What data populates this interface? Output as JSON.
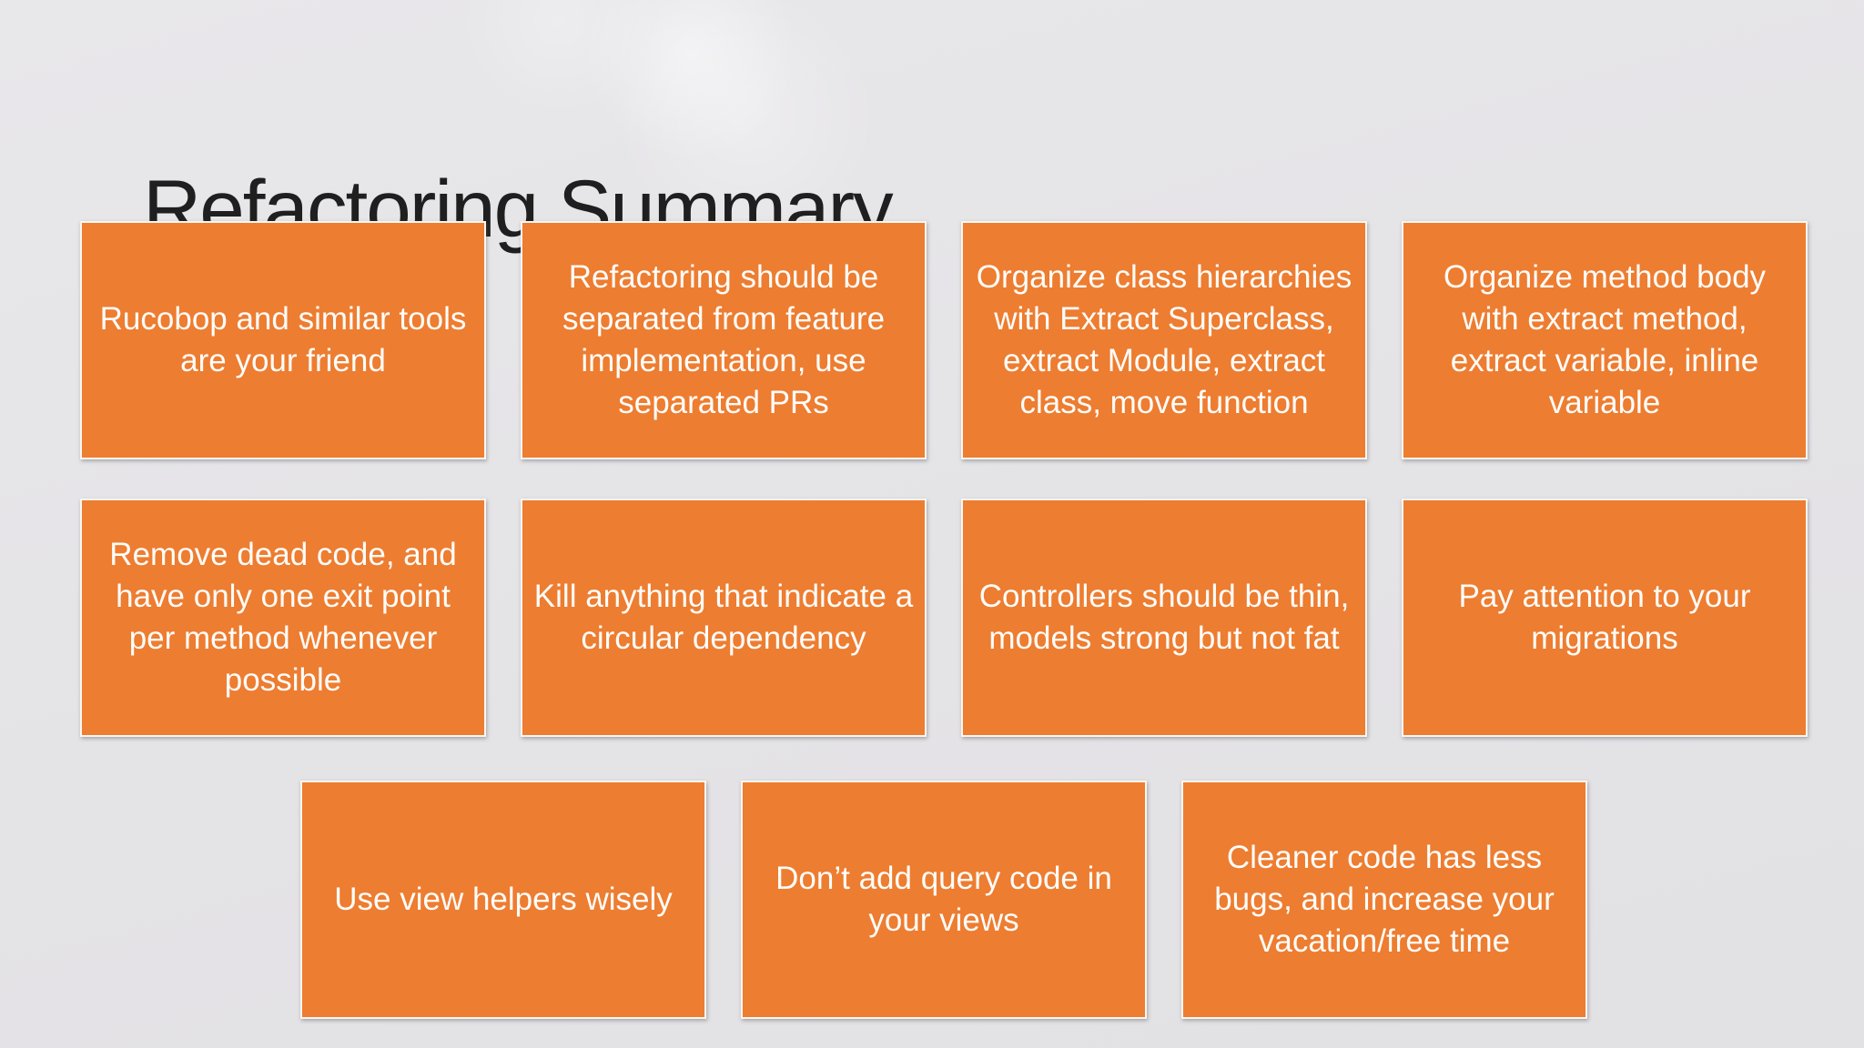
{
  "slide": {
    "title": "Refactoring Summary",
    "colors": {
      "box_fill": "#ED7D31",
      "box_border": "#FAF6F0",
      "box_text": "#FFFDFA",
      "title_text": "#1F1F1F",
      "background_top": "#E8E7EA",
      "background_bottom": "#E2E1E4"
    },
    "rows": [
      {
        "boxes": [
          {
            "text": "Rucobop and similar tools are your friend"
          },
          {
            "text": "Refactoring should be separated from feature implementation, use separated PRs"
          },
          {
            "text": "Organize class hierarchies with Extract Superclass, extract Module, extract class, move function"
          },
          {
            "text": "Organize method body with extract method, extract variable, inline variable"
          }
        ]
      },
      {
        "boxes": [
          {
            "text": "Remove dead code, and have only one exit point per method whenever possible"
          },
          {
            "text": "Kill anything that indicate a circular dependency"
          },
          {
            "text": "Controllers should be thin, models strong but not fat"
          },
          {
            "text": "Pay attention to your migrations"
          }
        ]
      },
      {
        "boxes": [
          {
            "text": "Use view helpers wisely"
          },
          {
            "text": "Don’t add query code in your views"
          },
          {
            "text": "Cleaner code has less bugs, and increase your vacation/free time"
          }
        ]
      }
    ]
  }
}
